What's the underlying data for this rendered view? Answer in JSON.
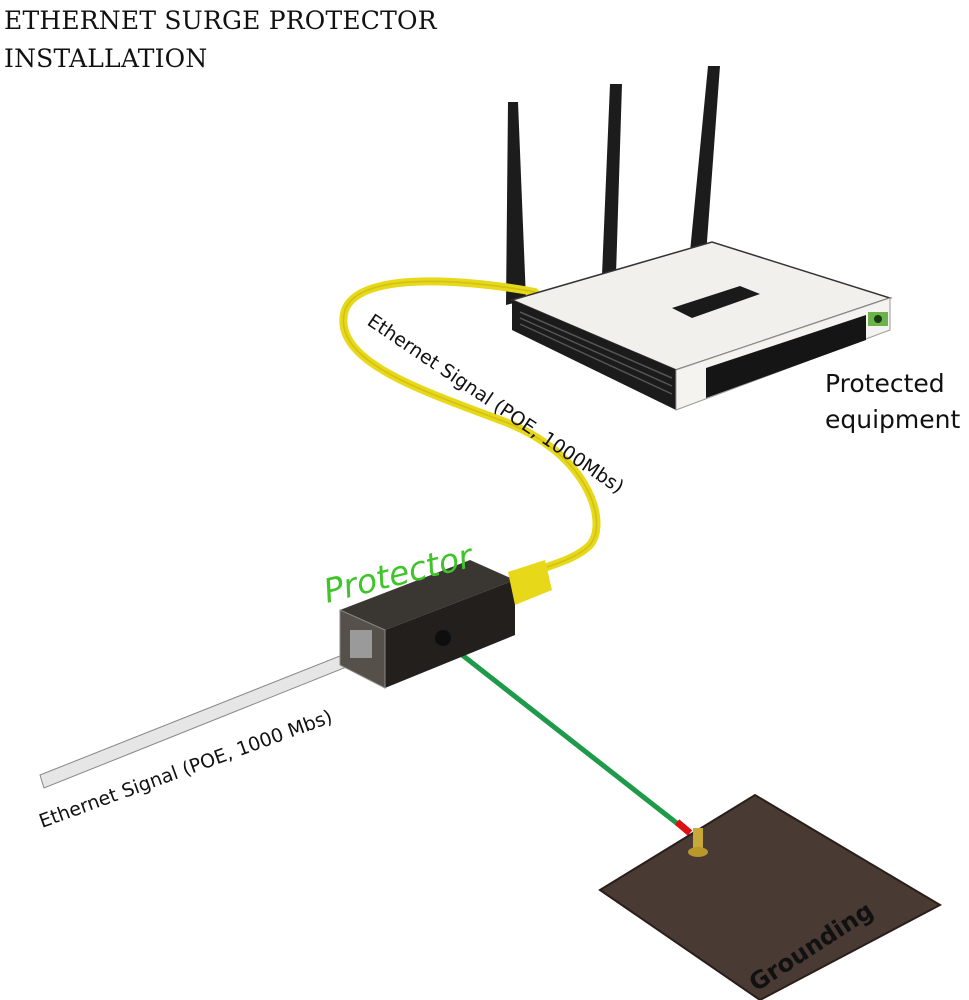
{
  "title": {
    "line1": "ETHERNET SURGE PROTECTOR",
    "line2": "INSTALLATION"
  },
  "labels": {
    "protected_line1": "Protected",
    "protected_line2": "equipment",
    "upper_signal": "Ethernet Signal (POE, 1000Mbs)",
    "protector": "Protector",
    "lower_signal": "Ethernet Signal (POE, 1000 Mbs)",
    "grounding": "Grounding"
  },
  "colors": {
    "protector_label": "#3fc42a",
    "yellow_cable": "#e8d81a",
    "ground_wire": "#1e9a4a",
    "plate": "#4a3a34",
    "protector_body": "#2a2622"
  }
}
